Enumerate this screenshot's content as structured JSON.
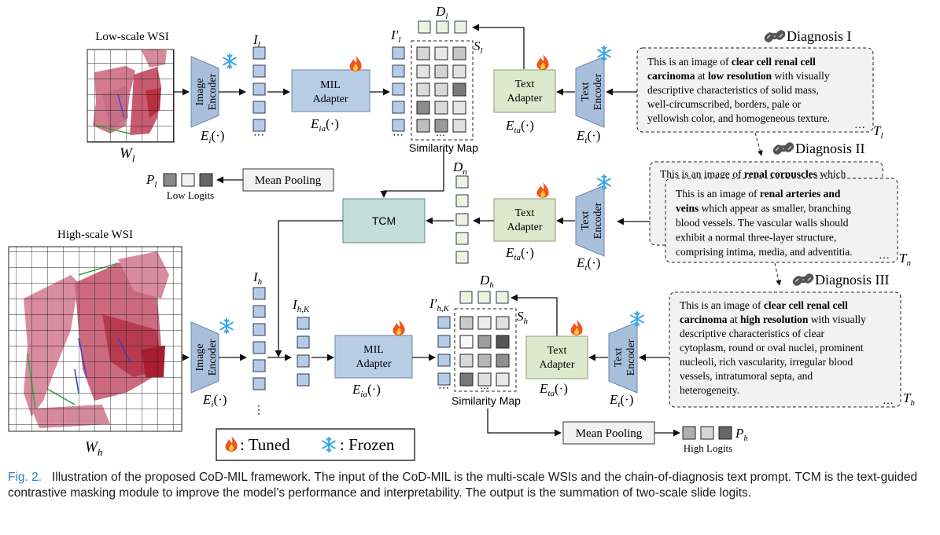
{
  "figure": {
    "wsi_low_title": "Low-scale WSI",
    "wsi_high_title": "High-scale WSI",
    "w_l": "W",
    "w_l_sub": "l",
    "w_h": "W",
    "w_h_sub": "h",
    "image_encoder": [
      "Image",
      "Encoder"
    ],
    "text_encoder": [
      "Text",
      "Encoder"
    ],
    "mil_adapter": [
      "MIL",
      "Adapter"
    ],
    "text_adapter": [
      "Text",
      "Adapter"
    ],
    "e_i": "E",
    "e_i_sub": "i",
    "e_ia_sub": "ia",
    "e_ta_sub": "ta",
    "e_t_sub": "t",
    "func_arg": "(·)",
    "i_l": "I",
    "i_l_sub": "l",
    "i_l_prime": "I′",
    "i_h": "I",
    "i_h_sub": "h",
    "i_hk_sub": "h,K",
    "i_hk_prime": "I′",
    "d_l_sub": "l",
    "d_n_sub": "n",
    "d_h_sub": "h",
    "d_letter": "D",
    "s_letter": "S",
    "s_l_sub": "l",
    "s_h_sub": "h",
    "similarity_map": "Similarity Map",
    "mean_pooling": "Mean Pooling",
    "tcm": "TCM",
    "p_letter": "P",
    "p_l_sub": "l",
    "p_h_sub": "h",
    "low_logits": "Low Logits",
    "high_logits": "High Logits",
    "legend_tuned": ": Tuned",
    "legend_frozen": ": Frozen",
    "diagnosis_1": "Diagnosis I",
    "diagnosis_2": "Diagnosis II",
    "diagnosis_3": "Diagnosis III",
    "t_letter": "T",
    "t_l_sub": "l",
    "t_n_sub": "n",
    "t_h_sub": "h",
    "ellipsis": "…",
    "prompt_low": [
      [
        [
          "This is an image of ",
          false
        ],
        [
          "clear cell renal cell",
          true
        ]
      ],
      [
        [
          "carcinoma",
          true
        ],
        [
          " at ",
          false
        ],
        [
          "low resolution",
          true
        ],
        [
          " with visually",
          false
        ]
      ],
      [
        [
          "descriptive characteristics of solid mass,",
          false
        ]
      ],
      [
        [
          "well-circumscribed, borders, pale or",
          false
        ]
      ],
      [
        [
          "yellowish color, and homogeneous texture.",
          false
        ]
      ]
    ],
    "prompt_corpuscle": [
      [
        [
          "This is an image of ",
          false
        ],
        [
          "renal corpuscles",
          true
        ],
        [
          " which",
          false
        ]
      ]
    ],
    "prompt_arteries": [
      [
        [
          "This is an image of ",
          false
        ],
        [
          "renal arteries and",
          true
        ]
      ],
      [
        [
          "veins",
          true
        ],
        [
          " which appear as smaller, branching",
          false
        ]
      ],
      [
        [
          "blood vessels. The vascular walls should",
          false
        ]
      ],
      [
        [
          "exhibit a normal three-layer structure,",
          false
        ]
      ],
      [
        [
          "comprising intima, media, and adventitia.",
          false
        ]
      ]
    ],
    "prompt_high": [
      [
        [
          "This is an image of ",
          false
        ],
        [
          "clear cell renal cell",
          true
        ]
      ],
      [
        [
          "carcinoma",
          true
        ],
        [
          " at ",
          false
        ],
        [
          "high resolution",
          true
        ],
        [
          " with visually",
          false
        ]
      ],
      [
        [
          "descriptive characteristics of clear",
          false
        ]
      ],
      [
        [
          "cytoplasm, round or oval nuclei, prominent",
          false
        ]
      ],
      [
        [
          "nucleoli, rich vascularity, irregular blood",
          false
        ]
      ],
      [
        [
          "vessels, intratumoral septa, and",
          false
        ]
      ],
      [
        [
          "heterogeneity.",
          false
        ]
      ]
    ]
  },
  "caption": {
    "label": "Fig. 2.",
    "text": "Illustration of the proposed CoD-MIL framework. The input of the CoD-MIL is the multi-scale WSIs and the chain-of-diagnosis text prompt. TCM is the text-guided contrastive masking module to improve the model’s performance and interpretability. The output is the summation of two-scale slide logits."
  },
  "colors": {
    "encoder_fill": "#a8bfdc",
    "encoder_stroke": "#6d86a8",
    "token_fill": "#b5cbe6",
    "adapter_fill": "#b7cde6",
    "text_adapter_fill": "#dce9cc",
    "tcm_fill": "#c2ded8",
    "prompt_fill": "#f2f2f2",
    "frozen": "#3ba7e8",
    "flame": "#f0541e"
  }
}
